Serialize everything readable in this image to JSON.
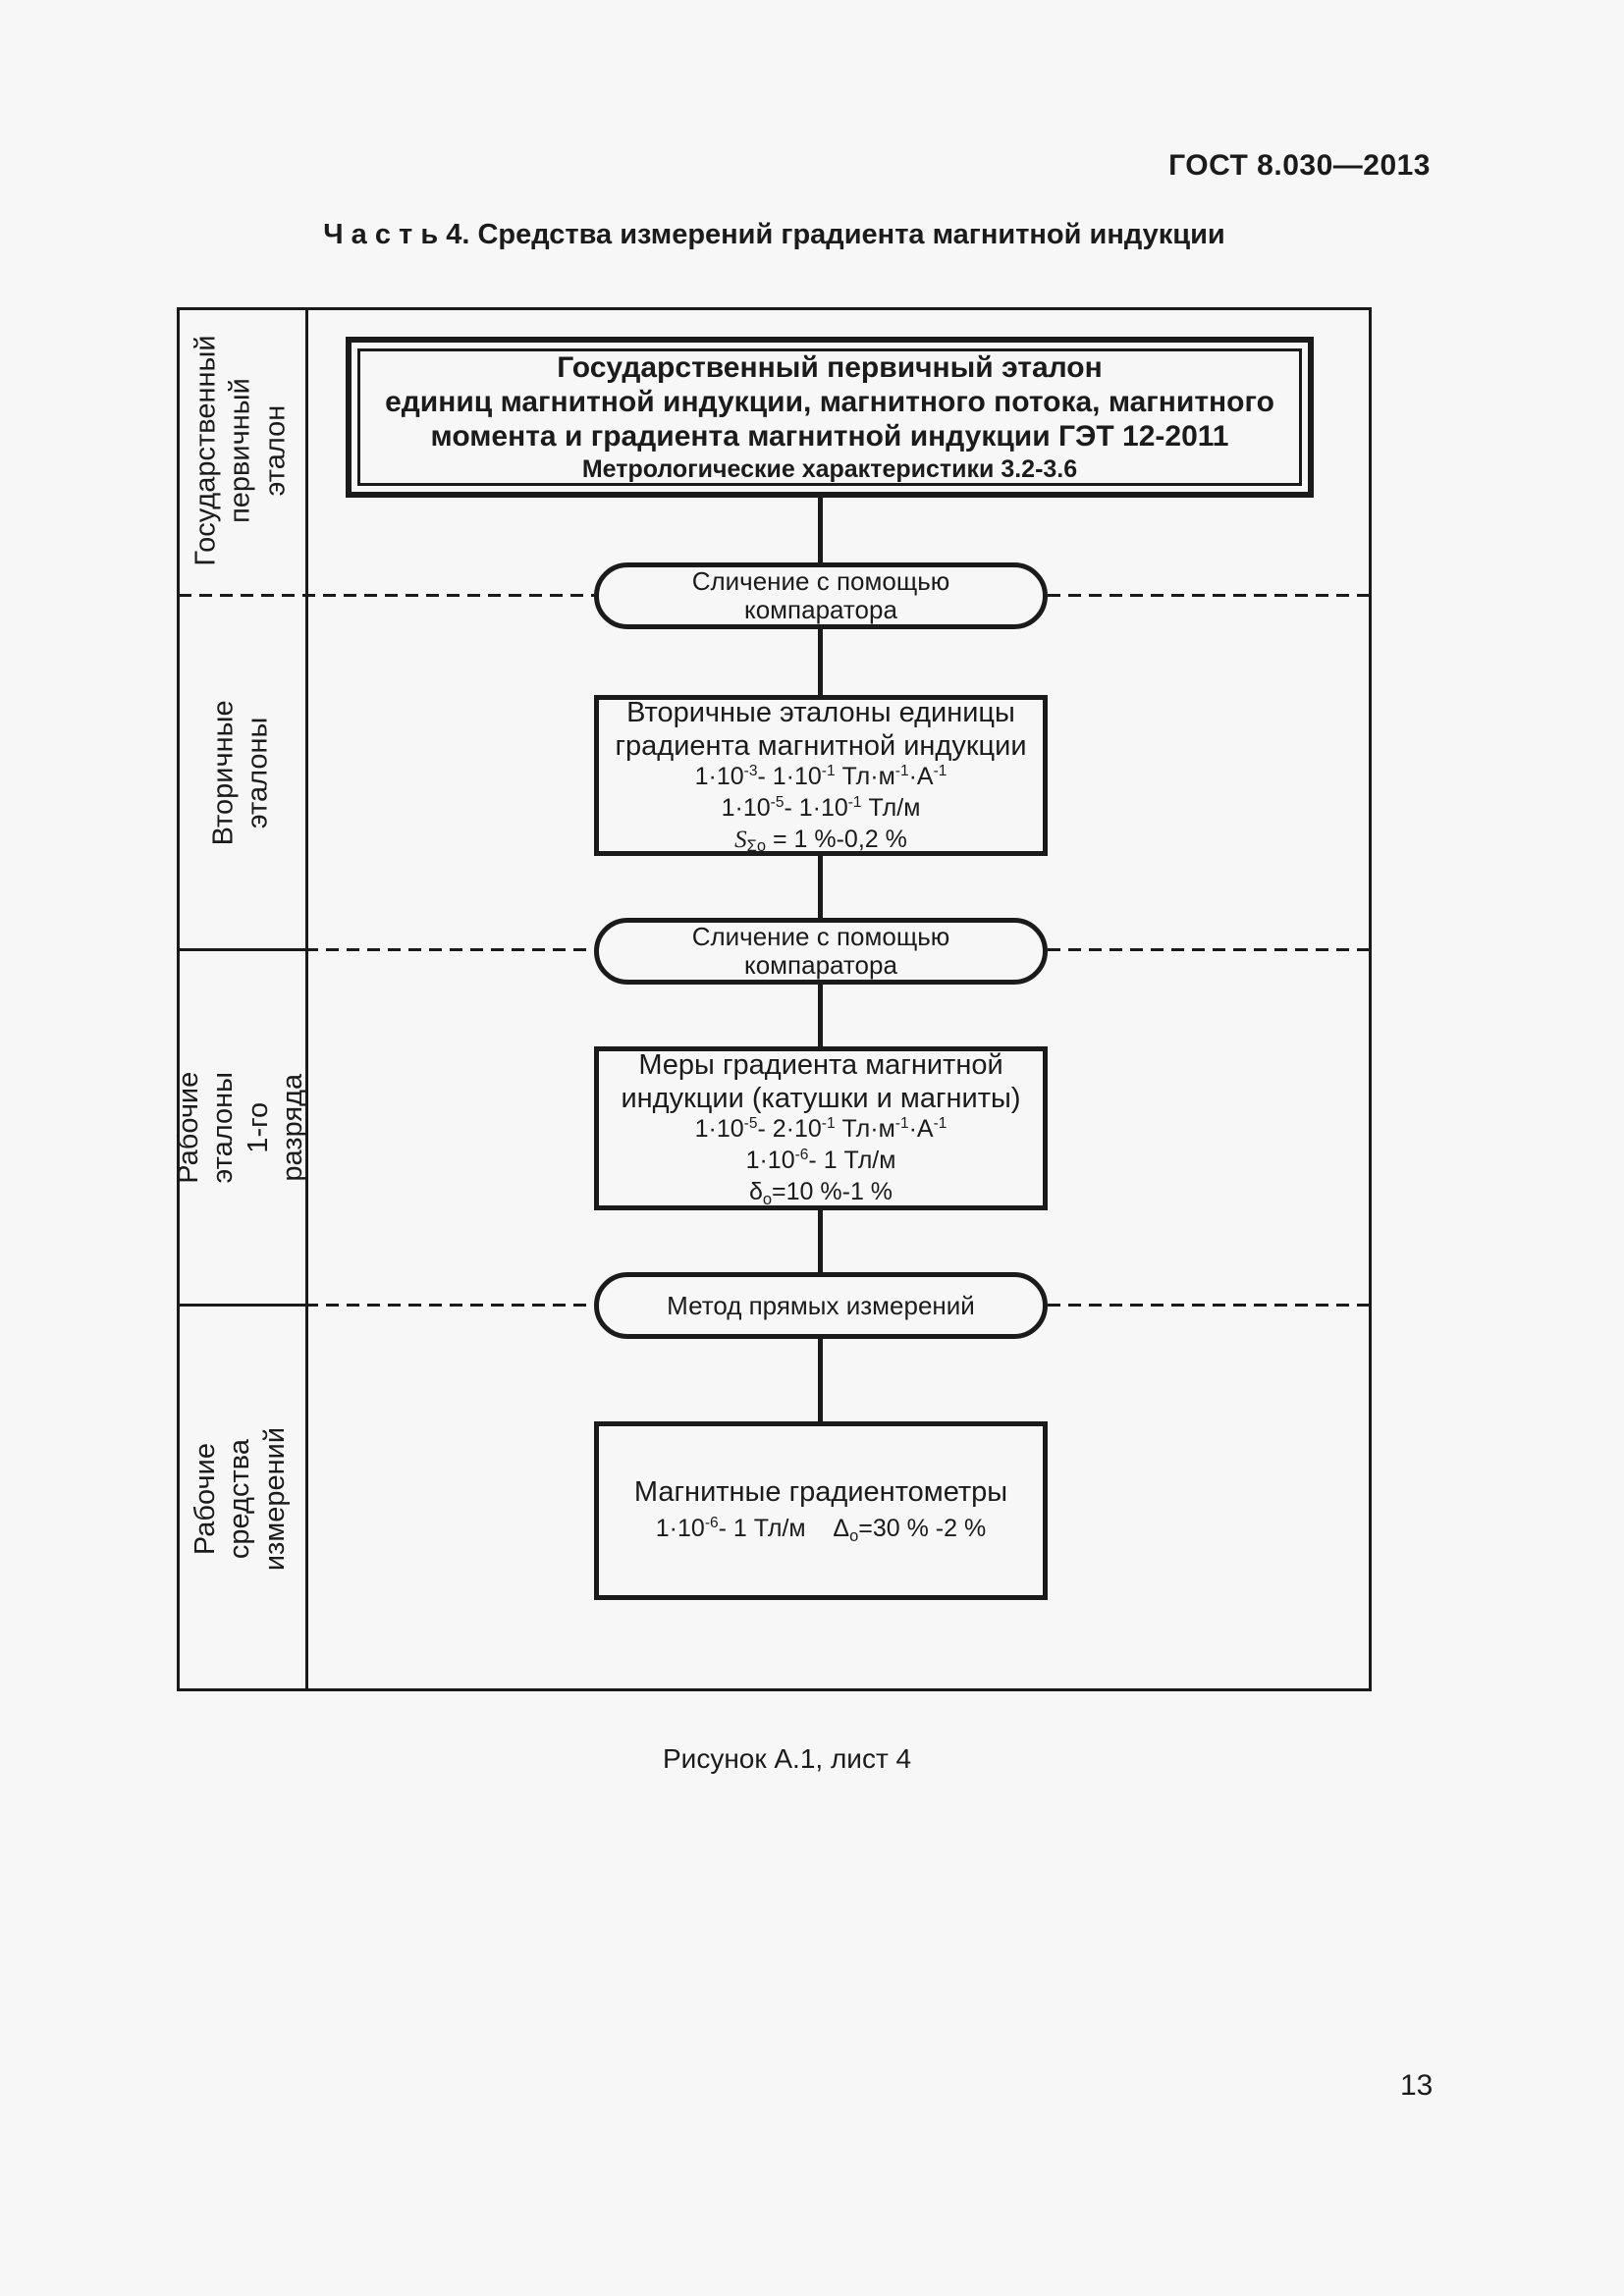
{
  "page": {
    "header": "ГОСТ 8.030—2013",
    "title": "Ч а с т ь  4. Средства измерений градиента магнитной индукции",
    "caption": "Рисунок А.1, лист 4",
    "page_number": "13"
  },
  "colors": {
    "ink": "#1b1b1b",
    "paper": "#f7f7f7"
  },
  "sidebar": {
    "sections": [
      {
        "label": "Государственный\nпервичный\nэталон"
      },
      {
        "label": "Вторичные\nэталоны"
      },
      {
        "label": "Рабочие эталоны\n1-го разряда"
      },
      {
        "label": "Рабочие средства\nизмерений"
      }
    ]
  },
  "nodes": {
    "primary": {
      "line1": "Государственный первичный эталон",
      "line2": "единиц магнитной индукции, магнитного потока, магнитного",
      "line3": "момента и градиента магнитной индукции ГЭТ 12-2011",
      "line4": "Метрологические характеристики 3.2-3.6"
    },
    "comparator1": "Сличение с помощью\nкомпаратора",
    "secondary": {
      "title1": "Вторичные эталоны единицы",
      "title2": "градиента магнитной индукции",
      "f1": [
        {
          "t": "1·10"
        },
        {
          "s": "sup",
          "t": "-3"
        },
        {
          "t": "- 1·10"
        },
        {
          "s": "sup",
          "t": "-1"
        },
        {
          "t": " Тл·м"
        },
        {
          "s": "sup",
          "t": "-1"
        },
        {
          "t": "·А"
        },
        {
          "s": "sup",
          "t": "-1"
        }
      ],
      "f2": [
        {
          "t": "1·10"
        },
        {
          "s": "sup",
          "t": "-5"
        },
        {
          "t": "- 1·10"
        },
        {
          "s": "sup",
          "t": "-1"
        },
        {
          "t": " Тл/м"
        }
      ],
      "f3": [
        {
          "s": "i",
          "t": "S"
        },
        {
          "s": "sub",
          "t": "Σо"
        },
        {
          "t": " = 1 %-0,2 %"
        }
      ]
    },
    "comparator2": "Сличение с помощью\nкомпаратора",
    "working_standards": {
      "title1": "Меры градиента магнитной",
      "title2": "индукции (катушки и магниты)",
      "f1": [
        {
          "t": "1·10"
        },
        {
          "s": "sup",
          "t": "-5"
        },
        {
          "t": "- 2·10"
        },
        {
          "s": "sup",
          "t": "-1"
        },
        {
          "t": " Тл·м"
        },
        {
          "s": "sup",
          "t": "-1"
        },
        {
          "t": "·А"
        },
        {
          "s": "sup",
          "t": "-1"
        }
      ],
      "f2": [
        {
          "t": "1·10"
        },
        {
          "s": "sup",
          "t": "-6"
        },
        {
          "t": "- 1 Тл/м"
        }
      ],
      "f3": [
        {
          "t": "δ"
        },
        {
          "s": "sub",
          "t": "о"
        },
        {
          "t": "=10 %-1 %"
        }
      ]
    },
    "method": "Метод прямых измерений",
    "working_instruments": {
      "title1": "Магнитные градиентометры",
      "f1": [
        {
          "t": "1·10"
        },
        {
          "s": "sup",
          "t": "-6"
        },
        {
          "t": "- 1 Тл/м    Δ"
        },
        {
          "s": "sub",
          "t": "о"
        },
        {
          "t": "=30 % -2 %"
        }
      ]
    }
  }
}
